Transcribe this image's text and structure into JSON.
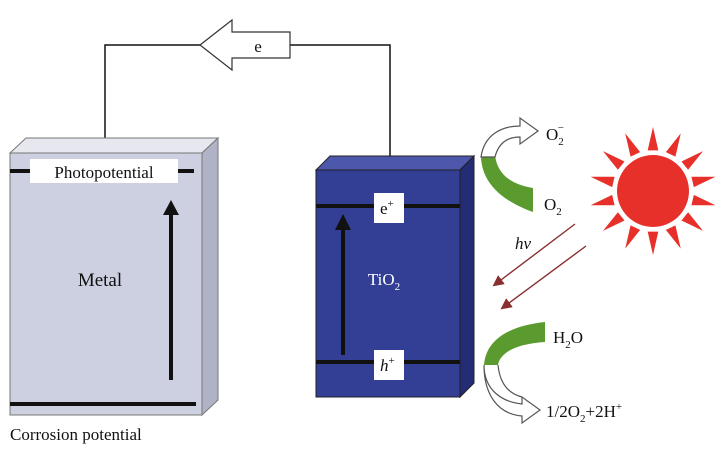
{
  "diagram": {
    "electron_flow": {
      "label": "e"
    },
    "metal": {
      "label": "Metal",
      "photopotential_label": "Photopotential",
      "corrosion_potential_label": "Corrosion potential",
      "color": "#cdd0e0"
    },
    "tio2": {
      "label": "TiO",
      "label_sub": "2",
      "cb_label": "e",
      "cb_sup": "+",
      "vb_label": "h",
      "vb_sup": "+",
      "color": "#333f95"
    },
    "reactions": {
      "o2_product": "O",
      "o2_product_sub": "2",
      "o2_product_sup": "−",
      "o2_reactant": "O",
      "o2_reactant_sub": "2",
      "light_label": "hν",
      "h2o_reactant": "H",
      "h2o_reactant_sub": "2",
      "h2o_reactant_tail": "O",
      "h2o_product_a": "1/2O",
      "h2o_product_sub": "2",
      "h2o_product_b": "+2H",
      "h2o_product_sup": "+"
    },
    "sun": {
      "color": "#e8302a",
      "icon": "sun-icon"
    },
    "curve_color": "#5a9a2e",
    "light_ray_color": "#8a2f2f"
  }
}
